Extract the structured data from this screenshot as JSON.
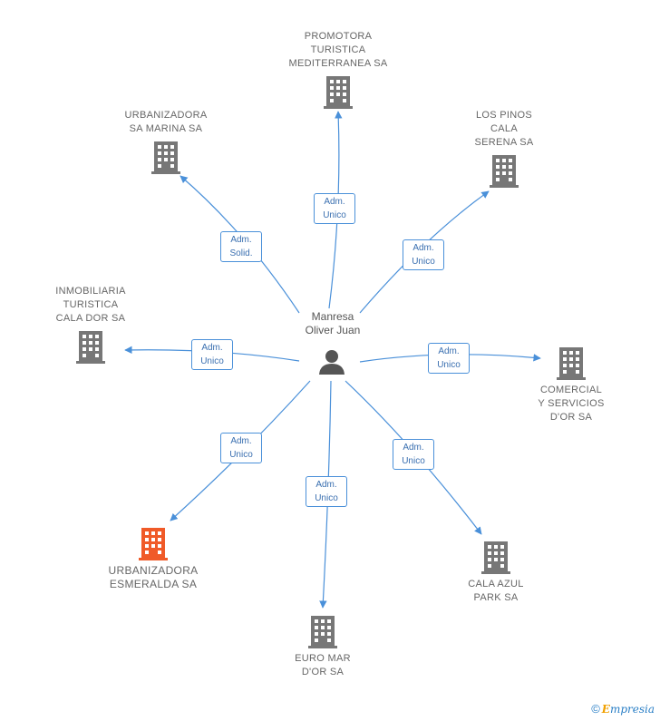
{
  "center": {
    "name": "Manresa\nOliver Juan",
    "icon": "person-icon"
  },
  "colors": {
    "edge": "#4a90d9",
    "building": "#777777",
    "highlight": "#f05a28",
    "badge_text": "#3a6fb0"
  },
  "nodes": [
    {
      "id": "promotora",
      "label": "PROMOTORA\nTURISTICA\nMEDITERRANEA SA",
      "role": "Adm.\nUnico",
      "highlight": false
    },
    {
      "id": "urb-marina",
      "label": "URBANIZADORA\nSA MARINA SA",
      "role": "Adm.\nSolid.",
      "highlight": false
    },
    {
      "id": "pinos",
      "label": "LOS PINOS\nCALA\nSERENA SA",
      "role": "Adm.\nUnico",
      "highlight": false
    },
    {
      "id": "inmobiliaria",
      "label": "INMOBILIARIA\nTURISTICA\nCALA DOR SA",
      "role": "Adm.\nUnico",
      "highlight": false
    },
    {
      "id": "comercial",
      "label": "COMERCIAL\nY SERVICIOS\nD'OR SA",
      "role": "Adm.\nUnico",
      "highlight": false
    },
    {
      "id": "esmeralda",
      "label": "URBANIZADORA\nESMERALDA SA",
      "role": "Adm.\nUnico",
      "highlight": true
    },
    {
      "id": "euromar",
      "label": "EURO MAR\nD'OR SA",
      "role": "Adm.\nUnico",
      "highlight": false
    },
    {
      "id": "cala-azul",
      "label": "CALA AZUL\nPARK SA",
      "role": "Adm.\nUnico",
      "highlight": false
    }
  ],
  "watermark": {
    "copyright": "©",
    "brand_e": "E",
    "brand_rest": "mpresia"
  }
}
